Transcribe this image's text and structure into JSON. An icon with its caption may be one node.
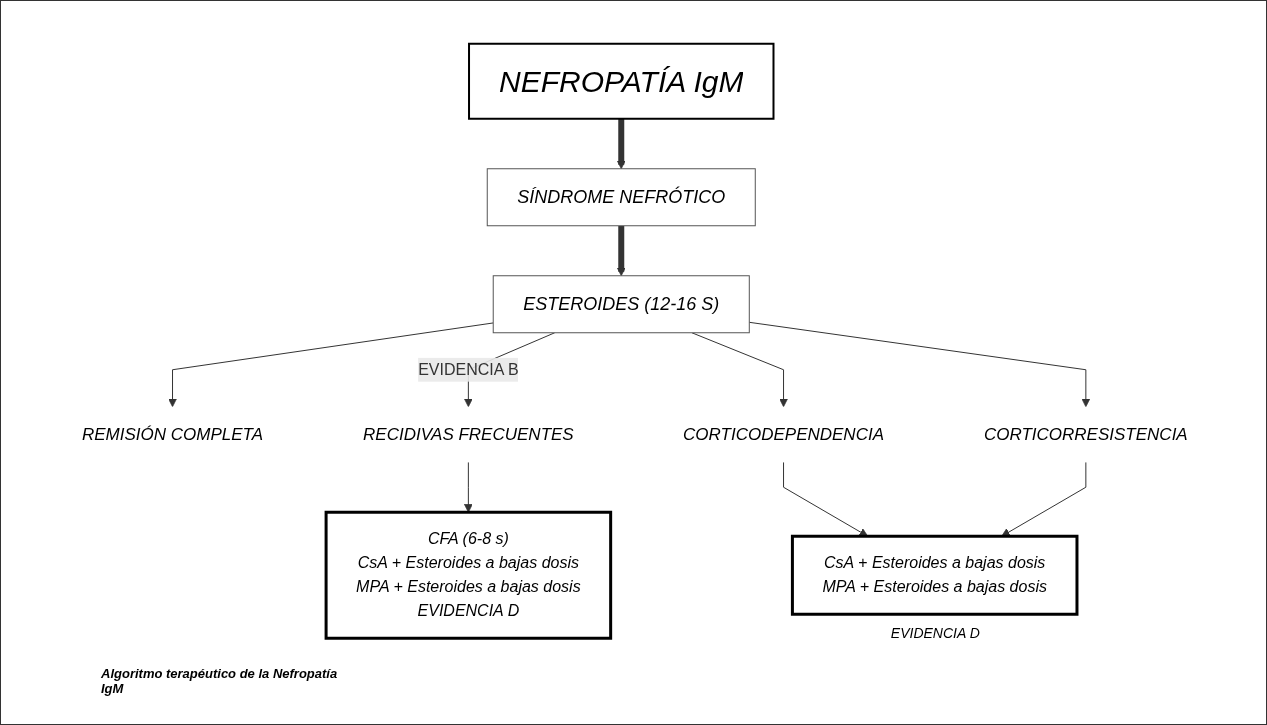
{
  "diagram": {
    "caption": "Algoritmo terapéutico de la Nefropatía IgM",
    "nodes": [
      {
        "text": [
          "NEFROPATÍA IgM"
        ]
      },
      {
        "text": [
          "SÍNDROME NEFRÓTICO"
        ]
      },
      {
        "text": [
          "ESTEROIDES (12-16 S)"
        ]
      },
      {
        "text": [
          "REMISIÓN COMPLETA"
        ]
      },
      {
        "text": [
          "RECIDIVAS FRECUENTES"
        ]
      },
      {
        "text": [
          "CORTICODEPENDENCIA"
        ]
      },
      {
        "text": [
          "CORTICORRESISTENCIA"
        ]
      },
      {
        "text": [
          "CFA (6-8 s)",
          "CsA + Esteroides a bajas dosis",
          "MPA + Esteroides a bajas dosis",
          "EVIDENCIA D"
        ]
      },
      {
        "text": [
          "CsA + Esteroides a bajas dosis",
          "MPA + Esteroides a bajas dosis"
        ],
        "beside": [
          "EVIDENCIA D"
        ]
      }
    ],
    "edges": [
      {
        "from": 0,
        "to": 1,
        "arrow": "to",
        "style": "thick"
      },
      {
        "from": 1,
        "to": 2,
        "arrow": "to",
        "style": "thick"
      },
      {
        "from": 2,
        "to": 3,
        "arrow": "to"
      },
      {
        "from": 2,
        "to": 4,
        "arrow": "to",
        "label": "EVIDENCIA B"
      },
      {
        "from": 2,
        "to": 5,
        "arrow": "to"
      },
      {
        "from": 2,
        "to": 6,
        "arrow": "to"
      },
      {
        "from": 4,
        "to": 7,
        "arrow": "to"
      },
      {
        "from": 5,
        "to": 8,
        "arrow": "to"
      },
      {
        "from": 6,
        "to": 8,
        "arrow": "to"
      }
    ]
  }
}
